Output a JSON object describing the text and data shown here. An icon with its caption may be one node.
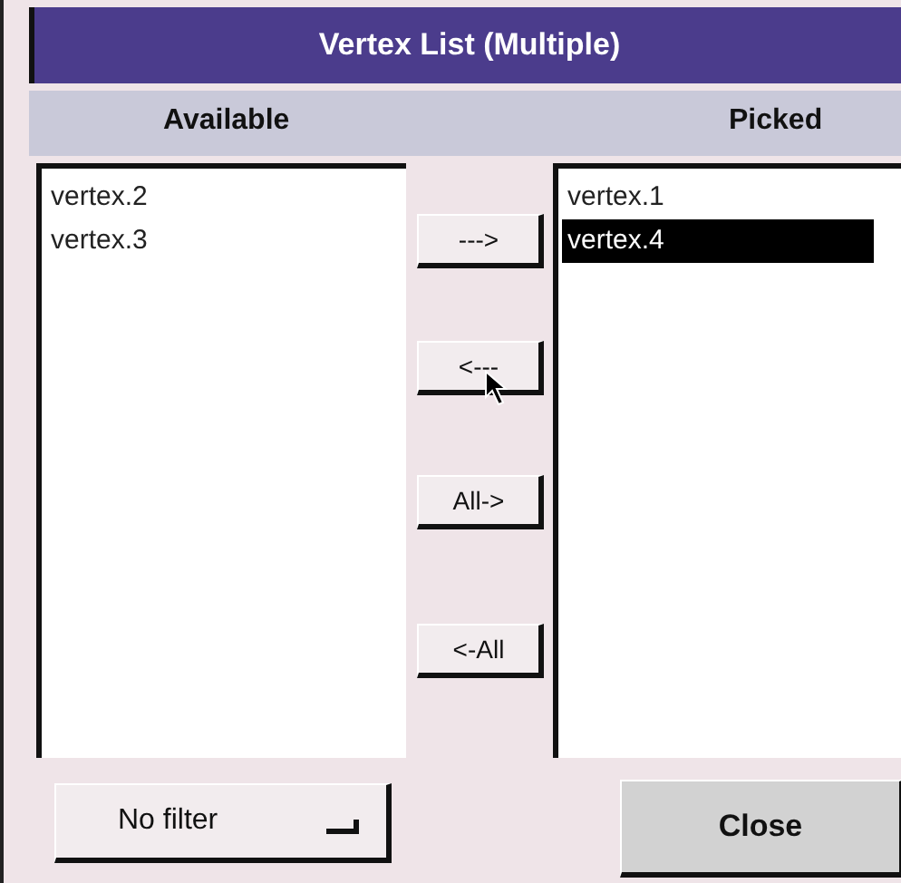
{
  "diagram": {
    "title": "Vertex List (Multiple)",
    "nodes": [
      {
        "text": [
          "vertex.2",
          "vertex.3"
        ]
      },
      {
        "text": [
          "--->"
        ]
      },
      {
        "text": [
          "<---"
        ]
      },
      {
        "text": [
          "All->"
        ]
      },
      {
        "text": [
          "<-All"
        ]
      },
      {
        "text": [
          "vertex.1",
          "vertex.4"
        ]
      },
      {
        "text": [
          "No filter"
        ]
      },
      {
        "text": [
          "Close"
        ]
      }
    ],
    "edges": [],
    "labels": [
      "Available",
      "Picked"
    ]
  }
}
